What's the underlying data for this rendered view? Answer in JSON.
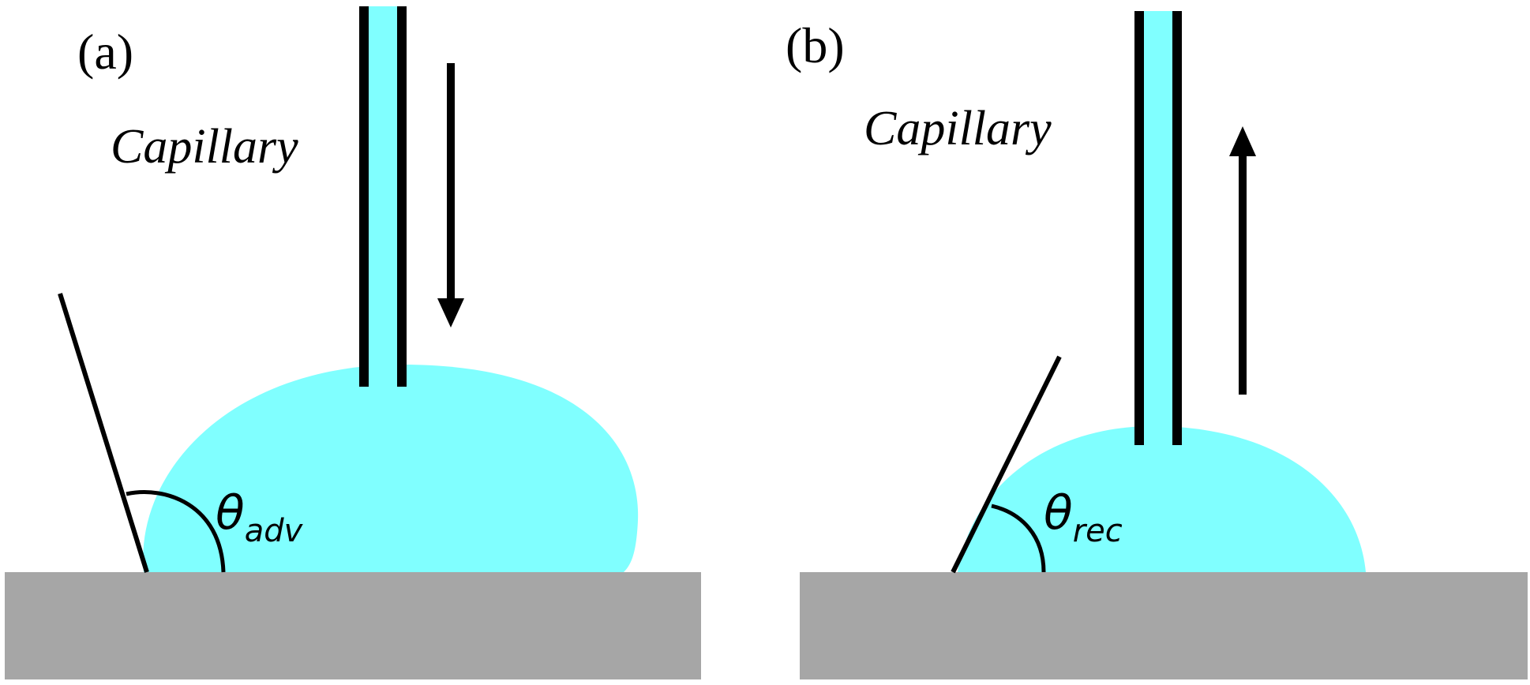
{
  "colors": {
    "liquid": "#80FFFF",
    "substrate": "#A6A6A6",
    "ink": "#000000",
    "background": "#FFFFFF"
  },
  "panel_a": {
    "label": "(a)",
    "capillary_label": "Capillary",
    "angle_symbol": "θ",
    "angle_subscript": "adv",
    "arrow_direction": "down"
  },
  "panel_b": {
    "label": "(b)",
    "capillary_label": "Capillary",
    "angle_symbol": "θ",
    "angle_subscript": "rec",
    "arrow_direction": "up"
  }
}
